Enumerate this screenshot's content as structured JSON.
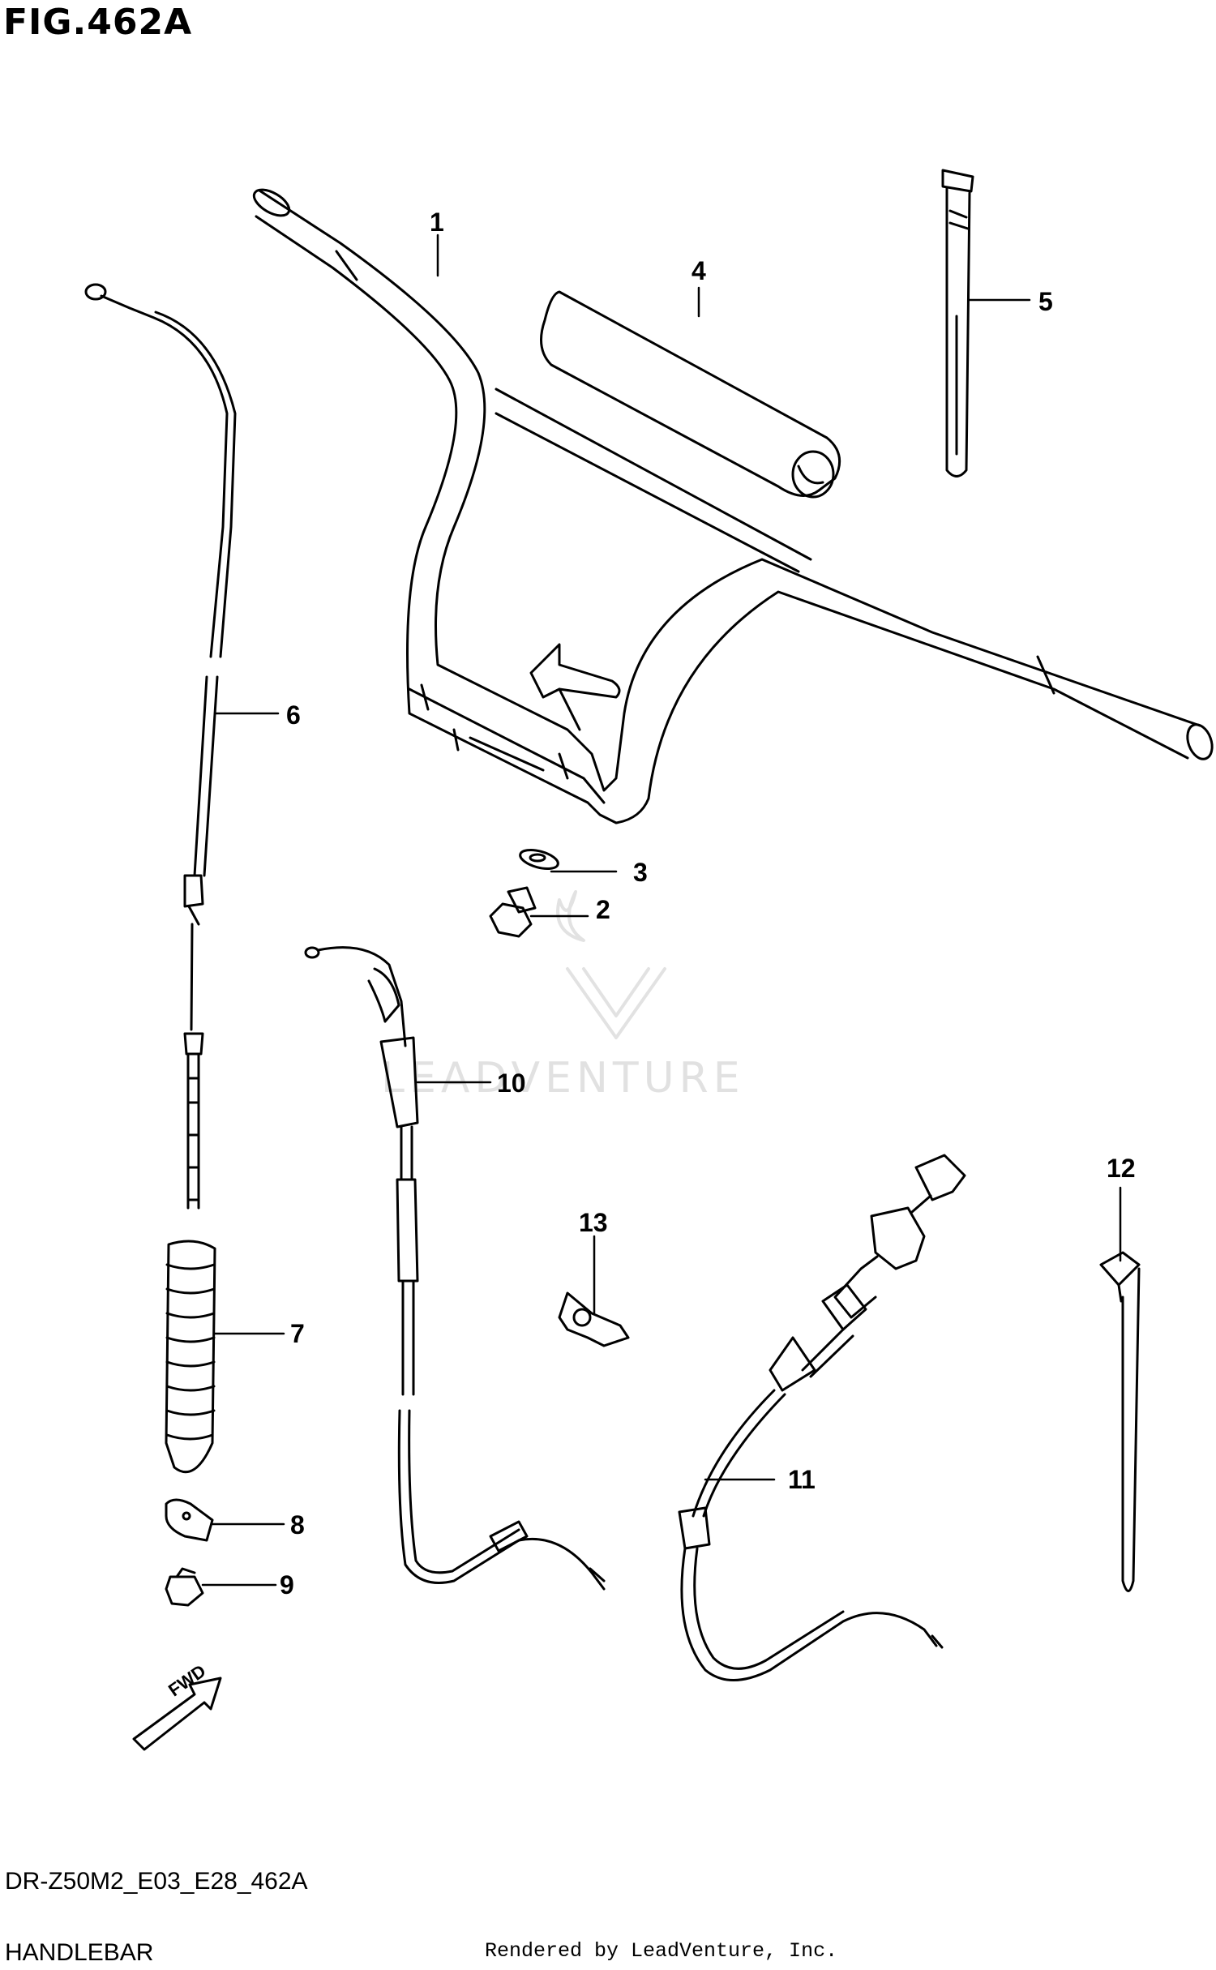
{
  "figure": {
    "title": "FIG.462A",
    "model_code": "DR-Z50M2_E03_E28_462A",
    "section": "HANDLEBAR",
    "rendered_by": "Rendered by LeadVenture, Inc.",
    "watermark": "LEADVENTURE"
  },
  "callouts": [
    "1",
    "2",
    "3",
    "4",
    "5",
    "6",
    "7",
    "8",
    "9",
    "10",
    "11",
    "12",
    "13"
  ],
  "fwd_label": "FWD",
  "colors": {
    "ink": "#000000",
    "watermark": "#d8d8d8",
    "background": "#ffffff"
  }
}
